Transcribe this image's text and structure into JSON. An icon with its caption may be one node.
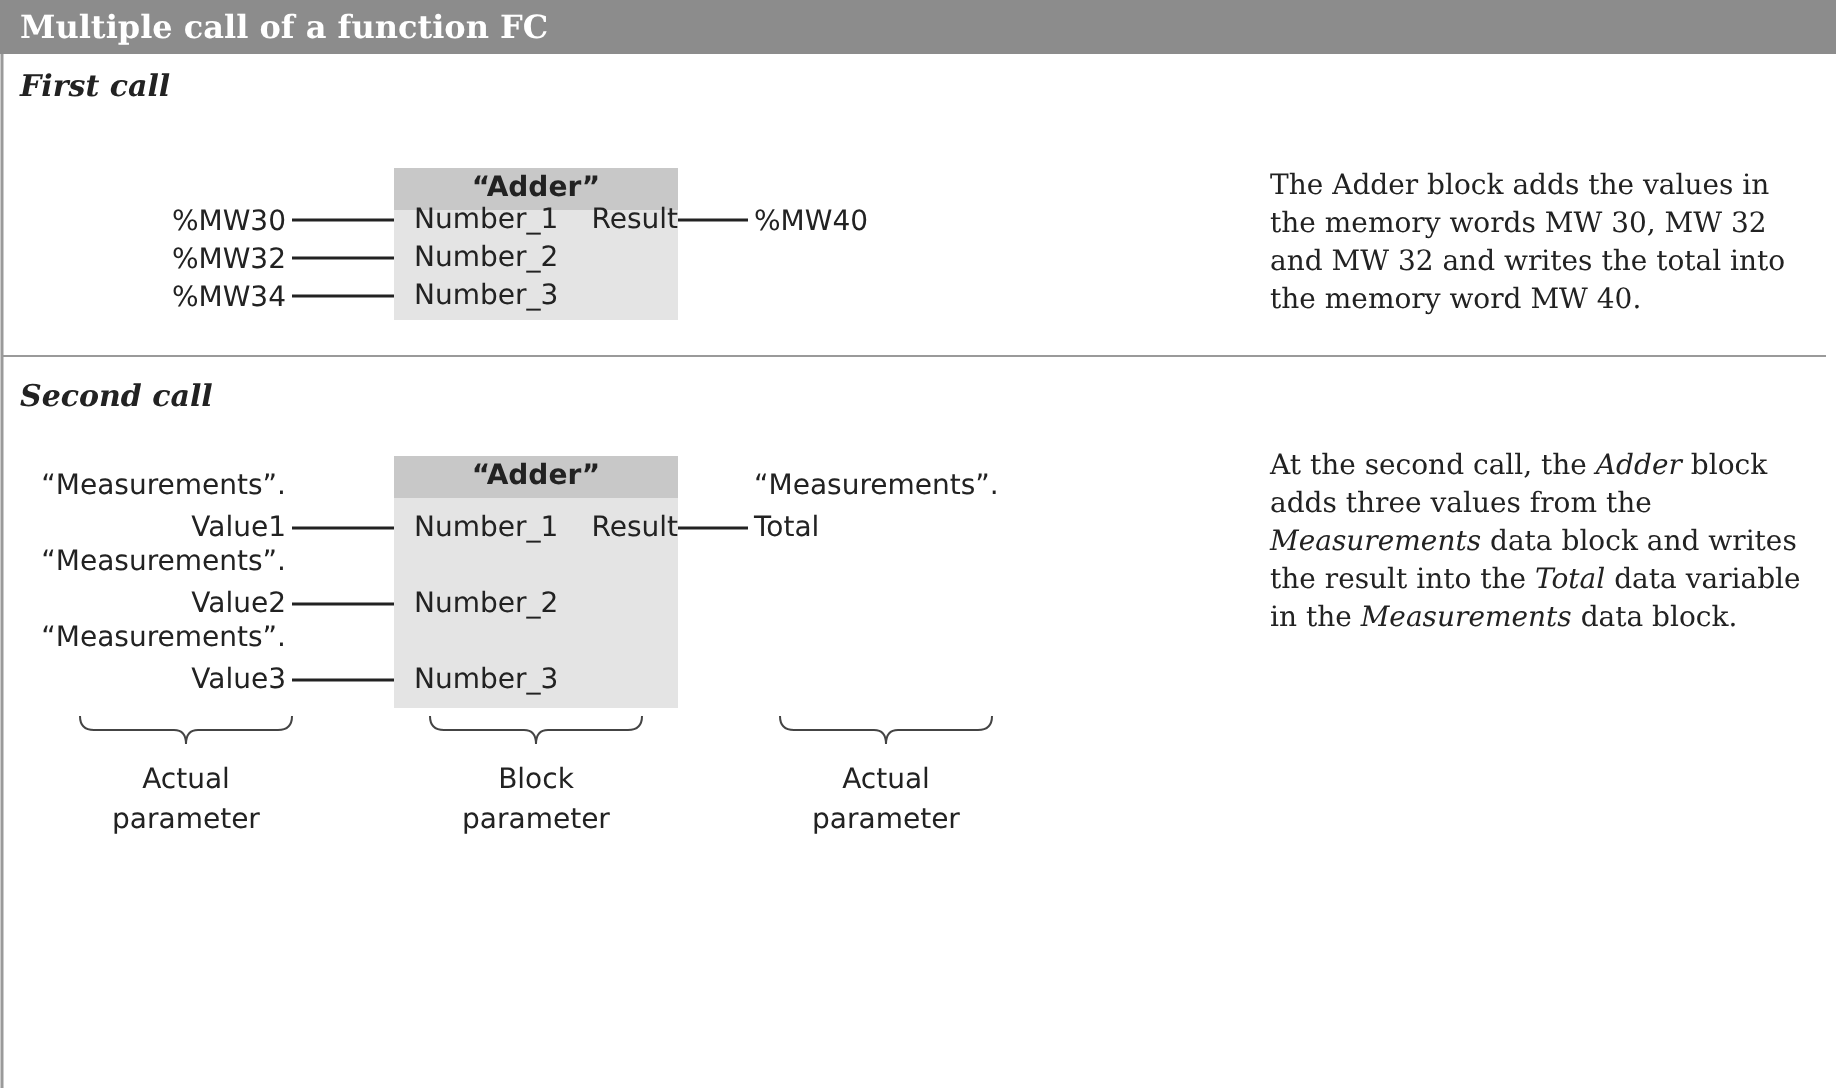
{
  "diagram": {
    "title": "Multiple call of a function FC",
    "nodes": [
      {
        "text": [
          "“Adder”"
        ]
      },
      {
        "text": [
          "Number_1"
        ],
        "in": 0
      },
      {
        "text": [
          "Result"
        ],
        "in": 0
      },
      {
        "text": [
          "Number_2"
        ],
        "in": 0
      },
      {
        "text": [
          "Number_3"
        ],
        "in": 0
      },
      {
        "text": [
          "%MW30"
        ]
      },
      {
        "text": [
          "%MW32"
        ]
      },
      {
        "text": [
          "%MW34"
        ]
      },
      {
        "text": [
          "%MW40"
        ]
      },
      {
        "text": [
          "“Adder”"
        ]
      },
      {
        "text": [
          "Number_1"
        ],
        "in": 9
      },
      {
        "text": [
          "Result"
        ],
        "in": 9
      },
      {
        "text": [
          "Number_2"
        ],
        "in": 9
      },
      {
        "text": [
          "Number_3"
        ],
        "in": 9
      },
      {
        "text": [
          "“Measurements”. Value1"
        ]
      },
      {
        "text": [
          "“Measurements”. Value2"
        ]
      },
      {
        "text": [
          "“Measurements”. Value3"
        ]
      },
      {
        "text": [
          "“Measurements”. Total"
        ]
      }
    ],
    "edges": [
      {
        "from": 5,
        "to": 1,
        "arrow": "none"
      },
      {
        "from": 6,
        "to": 3,
        "arrow": "none"
      },
      {
        "from": 7,
        "to": 4,
        "arrow": "none"
      },
      {
        "from": 2,
        "to": 8,
        "arrow": "none"
      },
      {
        "from": 14,
        "to": 10,
        "arrow": "none"
      },
      {
        "from": 15,
        "to": 12,
        "arrow": "none"
      },
      {
        "from": 16,
        "to": 13,
        "arrow": "none"
      },
      {
        "from": 11,
        "to": 17,
        "arrow": "none"
      }
    ],
    "labels": [
      "First call",
      "The Adder block adds the values in the memory words MW 30, MW 32 and MW 32 and writes the total into the memory word MW 40.",
      "Second call",
      "At the second call, the *Adder* block adds three values from the *Measurements* data block and writes the result into the *Total* data variable in the *Measurements* data block.",
      "Actual parameter",
      "Block parameter",
      "Actual parameter"
    ]
  }
}
